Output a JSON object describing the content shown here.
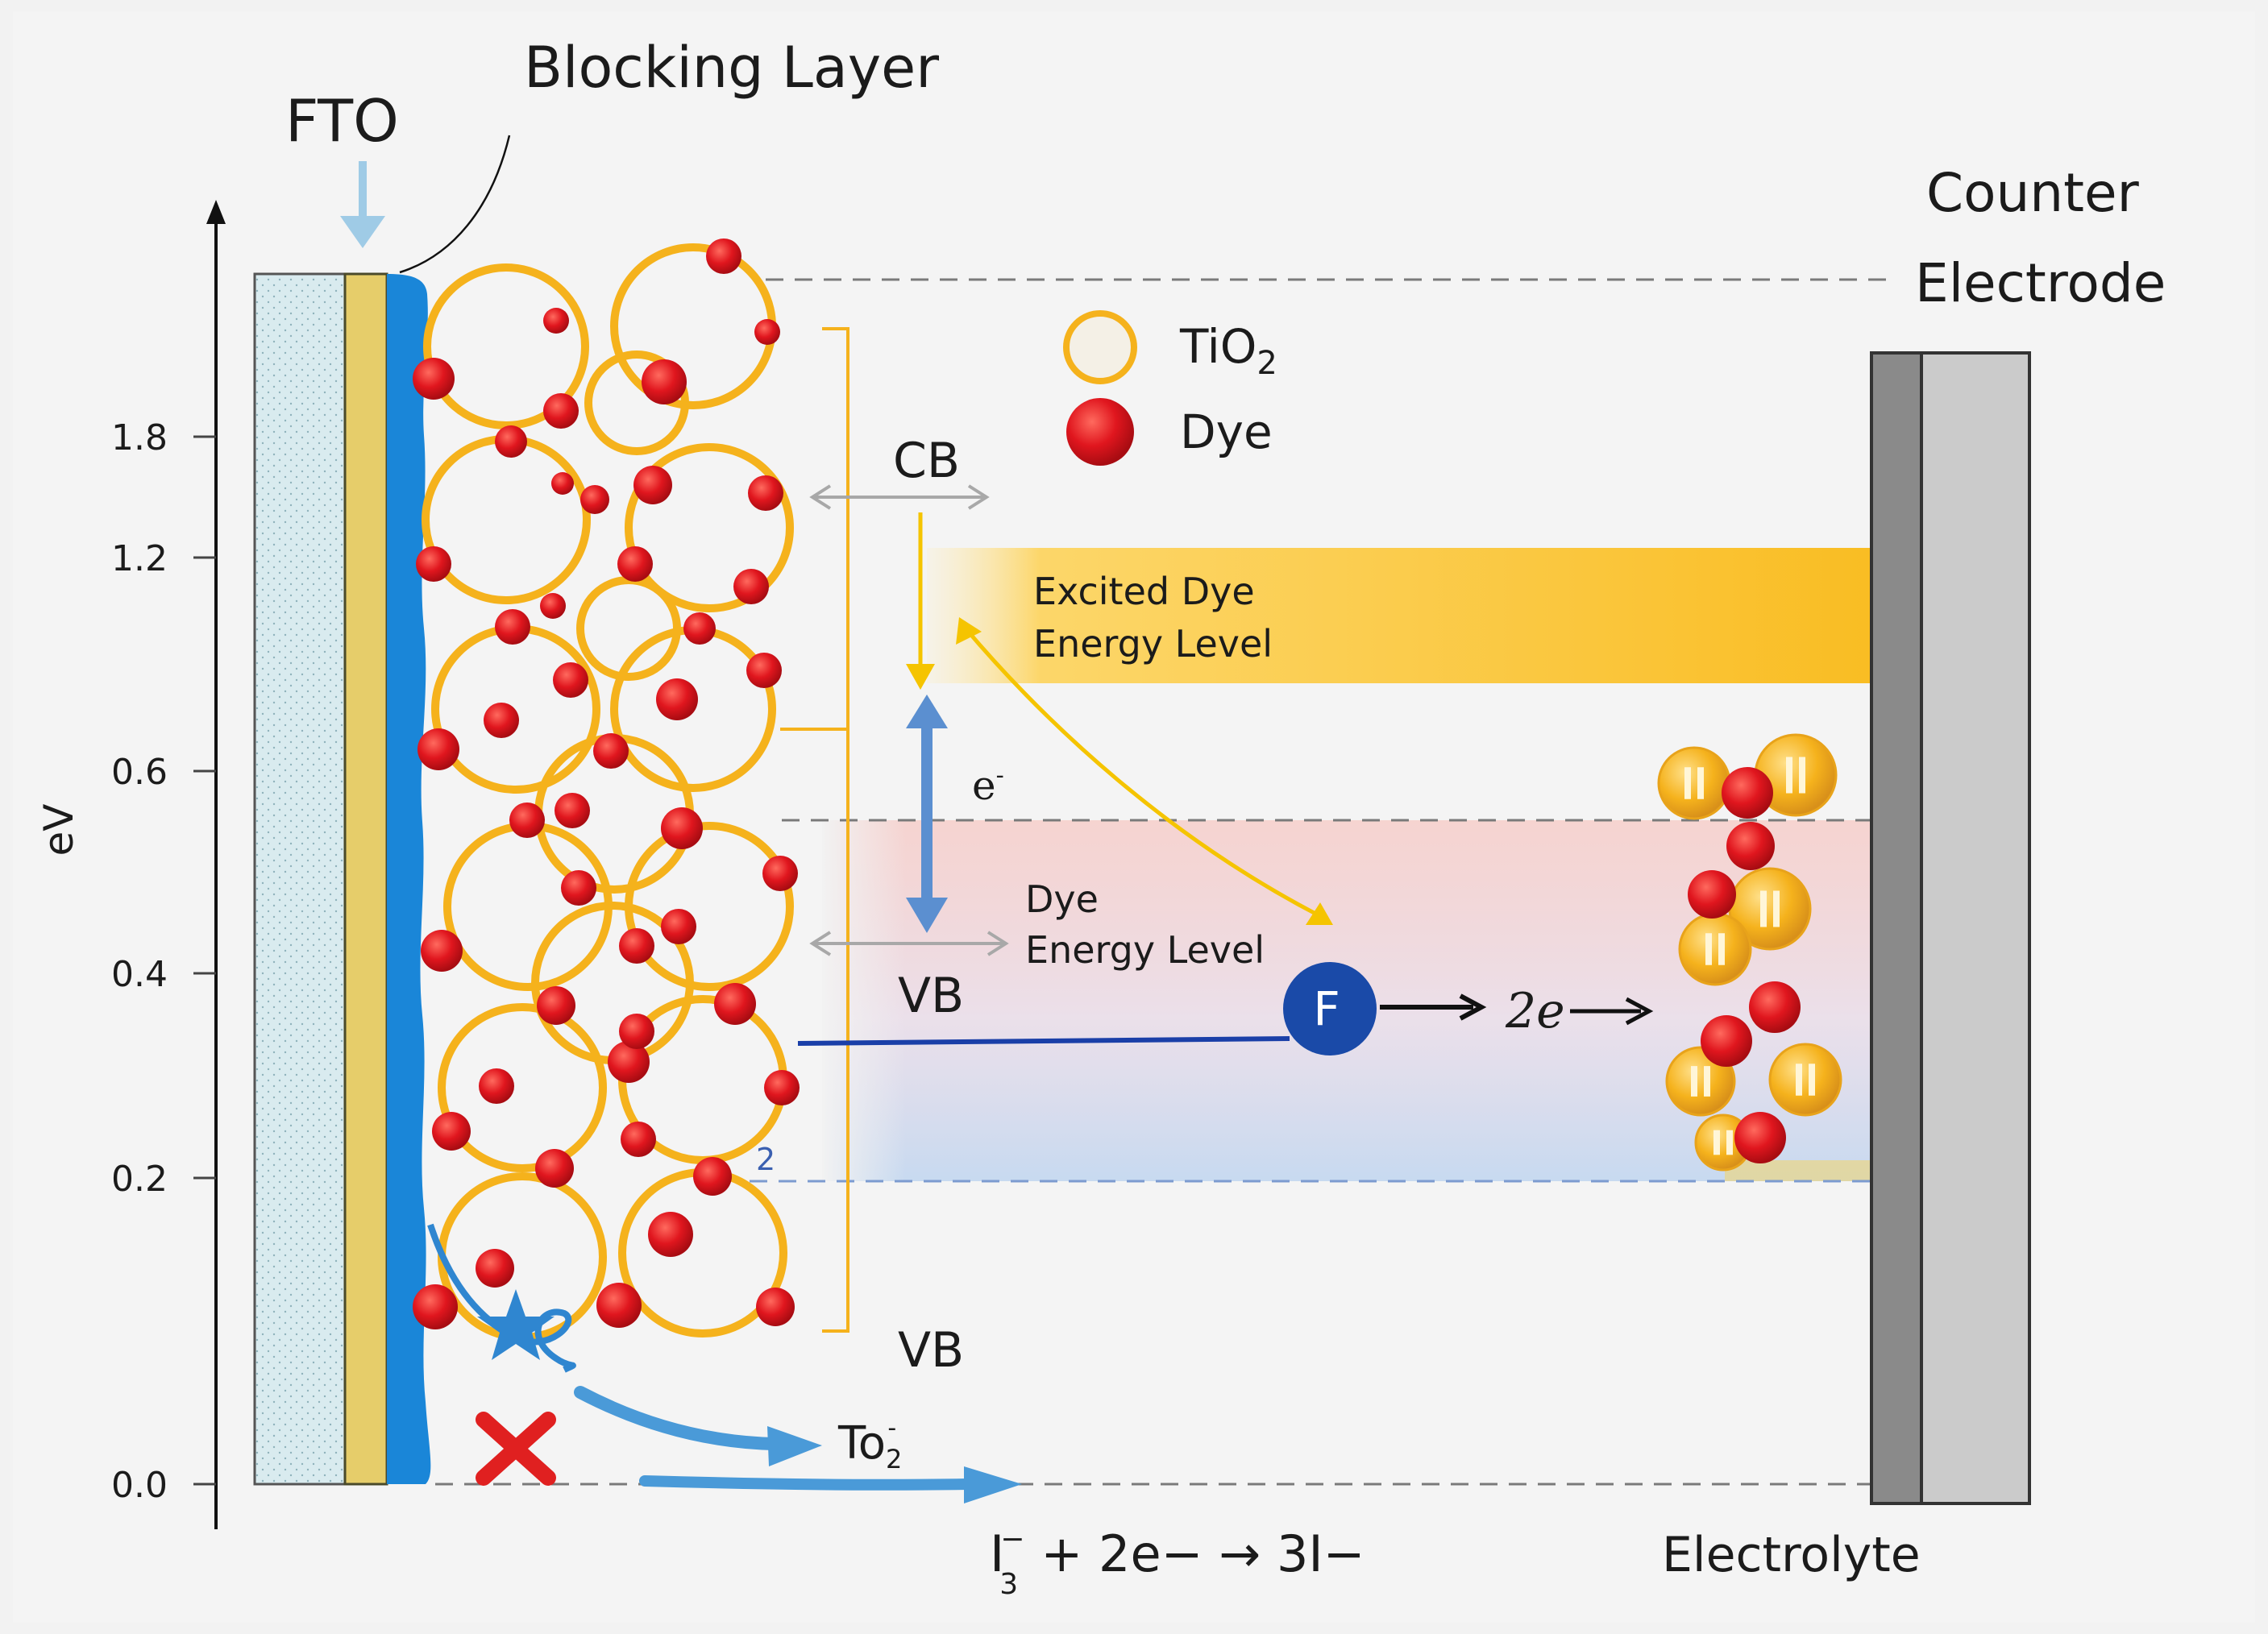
{
  "labels": {
    "blocking_layer": "Blocking Layer",
    "fto": "FTO",
    "counter": "Counter",
    "electrode": "Electrode",
    "axis_label": "eV",
    "legend_tio2": "TiO",
    "legend_tio2_sub": "2",
    "legend_dye": "Dye",
    "cb": "CB",
    "vb_upper": "VB",
    "vb_lower": "VB",
    "excited_line1": "Excited Dye",
    "excited_line2": "Energy Level",
    "dye_line1": "Dye",
    "dye_line2": "Energy Level",
    "e_minus": "e",
    "e_minus_sup": "-",
    "f_symbol": "F",
    "two_e": "2e",
    "tio2_minus": "To",
    "tio2_minus_sub": "2",
    "tio2_minus_sup": "-",
    "reaction_i3": "I",
    "reaction_i3_sub": "3",
    "reaction_i3_sup": "−",
    "reaction_rest": "+ 2e− → 3I−",
    "electrolyte": "Electrolyte",
    "small_two": "2"
  },
  "axis": {
    "ticks": [
      "1.8",
      "1.2",
      "0.6",
      "0.4",
      "0.2",
      "0.0"
    ]
  },
  "colors": {
    "tio2_ring": "#f5b21c",
    "dye": "#e0161e",
    "fto_blue": "#1a86d8",
    "excited_band": "#fbc02d",
    "f_circle": "#1a4aa8",
    "electrode_dark": "#8a8a8a",
    "electrode_light": "#c9c9c9",
    "cross": "#e02020"
  }
}
